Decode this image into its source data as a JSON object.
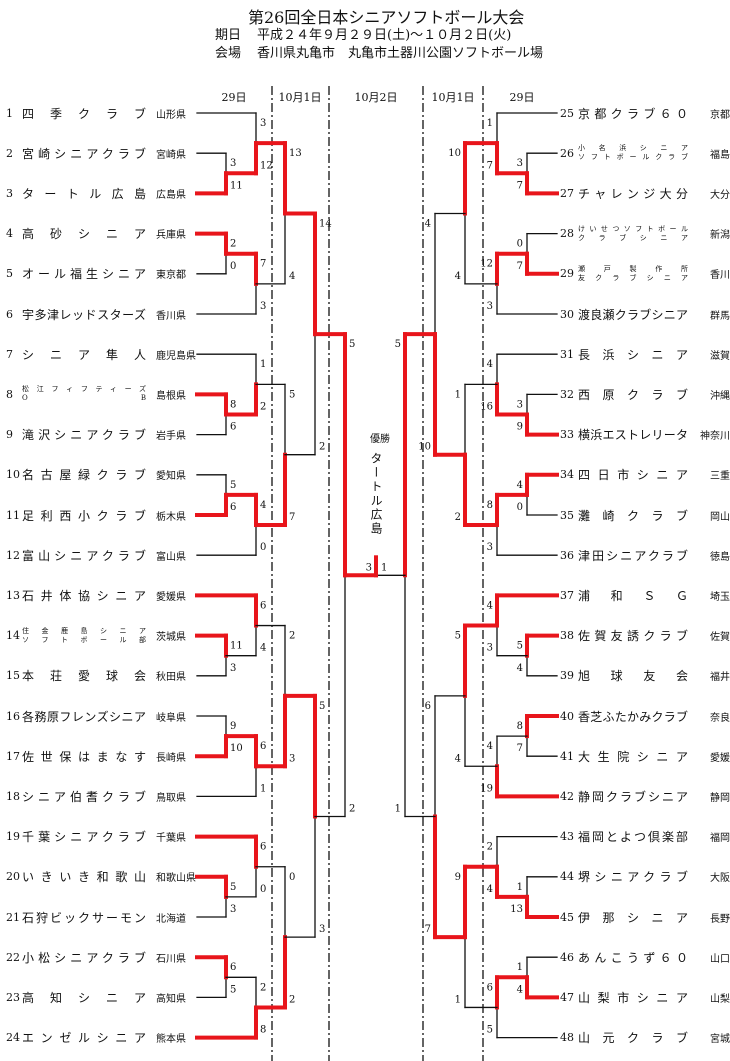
{
  "header": {
    "title": "第26回全日本シニアソフトボール大会",
    "date_label": "期日",
    "date_value": "平成２４年９月２９日(土)～１０月２日(火)",
    "venue_label": "会場",
    "venue_value": "香川県丸亀市　丸亀市土器川公園ソフトボール場"
  },
  "columns": [
    "29日",
    "10月1日",
    "10月2日",
    "10月1日",
    "29日"
  ],
  "winner": {
    "label": "優勝",
    "team": "タートル広島"
  },
  "colors": {
    "win_line": "#e8151b",
    "line": "#111111"
  },
  "teams": [
    {
      "num": "1",
      "name": "四季クラブ",
      "pref": "山形県"
    },
    {
      "num": "2",
      "name": "宮崎シニアクラブ",
      "pref": "宮崎県"
    },
    {
      "num": "3",
      "name": "タートル広島",
      "pref": "広島県"
    },
    {
      "num": "4",
      "name": "高砂シニア",
      "pref": "兵庫県"
    },
    {
      "num": "5",
      "name": "オール福生シニア",
      "pref": "東京都"
    },
    {
      "num": "6",
      "name": "宇多津レッドスターズ",
      "pref": "香川県"
    },
    {
      "num": "7",
      "name": "シニア隼人",
      "pref": "鹿児島県"
    },
    {
      "num": "8",
      "lines": [
        "松江フィフティーズ",
        "O　　　　　　　B"
      ],
      "pref": "島根県"
    },
    {
      "num": "9",
      "name": "滝沢シニアクラブ",
      "pref": "岩手県"
    },
    {
      "num": "10",
      "name": "名古屋緑クラブ",
      "pref": "愛知県"
    },
    {
      "num": "11",
      "name": "足利西小クラブ",
      "pref": "栃木県"
    },
    {
      "num": "12",
      "name": "富山シニアクラブ",
      "pref": "富山県"
    },
    {
      "num": "13",
      "name": "石井体協シニア",
      "pref": "愛媛県"
    },
    {
      "num": "14",
      "lines": [
        "住金鹿島シニア",
        "ソフトボール部"
      ],
      "pref": "茨城県"
    },
    {
      "num": "15",
      "name": "本荘愛球会",
      "pref": "秋田県"
    },
    {
      "num": "16",
      "name": "各務原フレンズシニア",
      "pref": "岐阜県"
    },
    {
      "num": "17",
      "name": "佐世保はまなす",
      "pref": "長崎県"
    },
    {
      "num": "18",
      "name": "シニア伯耆クラブ",
      "pref": "鳥取県"
    },
    {
      "num": "19",
      "name": "千葉シニアクラブ",
      "pref": "千葉県"
    },
    {
      "num": "20",
      "name": "いきいき和歌山",
      "pref": "和歌山県"
    },
    {
      "num": "21",
      "name": "石狩ビックサーモン",
      "pref": "北海道"
    },
    {
      "num": "22",
      "name": "小松シニアクラブ",
      "pref": "石川県"
    },
    {
      "num": "23",
      "name": "高知シニア",
      "pref": "高知県"
    },
    {
      "num": "24",
      "name": "エンゼルシニア",
      "pref": "熊本県"
    },
    {
      "num": "25",
      "name": "京都クラブ６０",
      "pref": "京都府"
    },
    {
      "num": "26",
      "lines": [
        "小名浜シニア",
        "ソフトボールクラブ"
      ],
      "pref": "福島県"
    },
    {
      "num": "27",
      "name": "チャレンジ大分",
      "pref": "大分県"
    },
    {
      "num": "28",
      "lines": [
        "けいせつソフトボール",
        "クラブシニア"
      ],
      "pref": "新潟県"
    },
    {
      "num": "29",
      "lines": [
        "瀬戸製作所",
        "友クラブシニア"
      ],
      "pref": "香川県"
    },
    {
      "num": "30",
      "name": "渡良瀬クラブシニア",
      "pref": "群馬県"
    },
    {
      "num": "31",
      "name": "長浜シニア",
      "pref": "滋賀県"
    },
    {
      "num": "32",
      "name": "西原クラブ",
      "pref": "沖縄県"
    },
    {
      "num": "33",
      "name": "横浜エストレリータ",
      "pref": "神奈川県"
    },
    {
      "num": "34",
      "name": "四日市シニア",
      "pref": "三重県"
    },
    {
      "num": "35",
      "name": "灘崎クラブ",
      "pref": "岡山県"
    },
    {
      "num": "36",
      "name": "津田シニアクラブ",
      "pref": "徳島県"
    },
    {
      "num": "37",
      "name": "浦和ＳＧ",
      "pref": "埼玉県"
    },
    {
      "num": "38",
      "name": "佐賀友誘クラブ",
      "pref": "佐賀県"
    },
    {
      "num": "39",
      "name": "旭球友会",
      "pref": "福井県"
    },
    {
      "num": "40",
      "name": "香芝ふたかみクラブ",
      "pref": "奈良県"
    },
    {
      "num": "41",
      "name": "大生院シニア",
      "pref": "愛媛県"
    },
    {
      "num": "42",
      "name": "静岡クラブシニア",
      "pref": "静岡県"
    },
    {
      "num": "43",
      "name": "福岡とよつ倶楽部",
      "pref": "福岡県"
    },
    {
      "num": "44",
      "name": "堺シニアクラブ",
      "pref": "大阪府"
    },
    {
      "num": "45",
      "name": "伊那シニア",
      "pref": "長野県"
    },
    {
      "num": "46",
      "name": "あんこうず６０",
      "pref": "山口県"
    },
    {
      "num": "47",
      "name": "山梨市シニア",
      "pref": "山梨県"
    },
    {
      "num": "48",
      "name": "山元クラブ",
      "pref": "宮城県"
    }
  ],
  "matches": {
    "left": {
      "groups": [
        {
          "m1": [
            3,
            11
          ],
          "m2": [
            3,
            12
          ],
          "m3": [
            2,
            0
          ],
          "m4": [
            7,
            3
          ],
          "m5": [
            13,
            4
          ]
        },
        {
          "m1": [
            8,
            6
          ],
          "m2": [
            1,
            2
          ],
          "m3": [
            5,
            6
          ],
          "m4": [
            4,
            0
          ],
          "m5": [
            5,
            7
          ]
        },
        {
          "m1": [
            11,
            3
          ],
          "m2": [
            6,
            4
          ],
          "m3": [
            9,
            10
          ],
          "m4": [
            6,
            1
          ],
          "m5": [
            2,
            3
          ]
        },
        {
          "m1": [
            5,
            3
          ],
          "m2": [
            6,
            0
          ],
          "m3": [
            6,
            5
          ],
          "m4": [
            2,
            8
          ],
          "m5": [
            0,
            2
          ]
        }
      ],
      "r4": [
        [
          14,
          2
        ],
        [
          5,
          3
        ]
      ],
      "sf": [
        5,
        2
      ]
    },
    "right": {
      "groups": [
        {
          "m1": [
            3,
            7
          ],
          "m2": [
            1,
            7
          ],
          "m3": [
            0,
            7
          ],
          "m4": [
            12,
            3
          ],
          "m5": [
            10,
            4
          ]
        },
        {
          "m1": [
            3,
            9
          ],
          "m2": [
            4,
            16
          ],
          "m3": [
            4,
            0
          ],
          "m4": [
            8,
            3
          ],
          "m5": [
            1,
            2
          ]
        },
        {
          "m1": [
            5,
            4
          ],
          "m2": [
            4,
            3
          ],
          "m3": [
            8,
            7
          ],
          "m4": [
            4,
            19
          ],
          "m5": [
            5,
            4
          ]
        },
        {
          "m1": [
            1,
            13
          ],
          "m2": [
            2,
            4
          ],
          "m3": [
            1,
            4
          ],
          "m4": [
            6,
            5
          ],
          "m5": [
            9,
            1
          ]
        }
      ],
      "r4": [
        [
          4,
          10
        ],
        [
          6,
          7
        ]
      ],
      "sf": [
        5,
        1
      ]
    },
    "final": [
      3,
      1
    ]
  }
}
